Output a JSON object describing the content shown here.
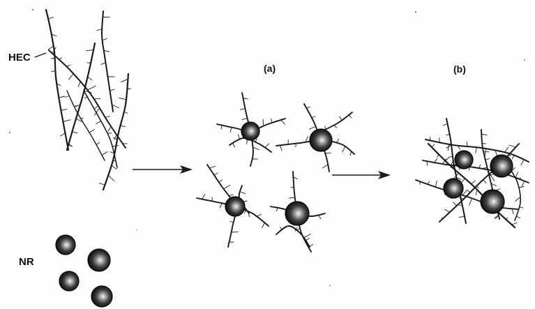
{
  "labels": {
    "hec": "HEC",
    "nr": "NR",
    "stage_a": "(a)",
    "stage_b": "(b)"
  },
  "colors": {
    "background": "#fdfdfd",
    "ink": "#1a1a1a",
    "particle_highlight": "#f2f2f2"
  },
  "components": {
    "polymer": "hydroxyethyl-cellulose-chain",
    "particle": "natural-rubber-particle"
  }
}
